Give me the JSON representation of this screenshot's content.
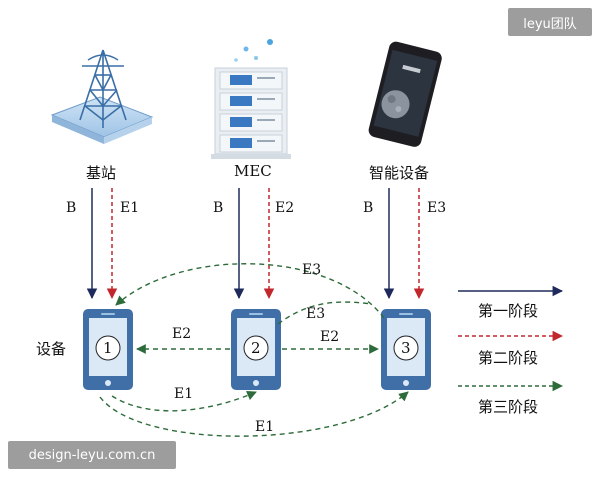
{
  "nodes": {
    "top": [
      {
        "label": "基站",
        "icon": "base-station-icon"
      },
      {
        "label": "MEC",
        "icon": "mec-server-icon"
      },
      {
        "label": "智能设备",
        "icon": "smart-phone-icon"
      }
    ],
    "devices_label": "设备",
    "devices": [
      "1",
      "2",
      "3"
    ]
  },
  "edges": {
    "b": "B",
    "e1": "E1",
    "e2": "E2",
    "e3": "E3"
  },
  "legend": [
    {
      "label": "第一阶段",
      "style": "solid",
      "color": "#1f2a5c"
    },
    {
      "label": "第二阶段",
      "style": "dashed",
      "color": "#c2272d"
    },
    {
      "label": "第三阶段",
      "style": "dashed",
      "color": "#2e6b3a"
    }
  ],
  "watermarks": {
    "top_right": "leyu团队",
    "bottom_left": "design-leyu.com.cn"
  },
  "colors": {
    "navy": "#1f2a5c",
    "red": "#c2272d",
    "green": "#2e6b3a",
    "phone_body": "#3f6fa6",
    "phone_screen": "#dbe9f6"
  }
}
